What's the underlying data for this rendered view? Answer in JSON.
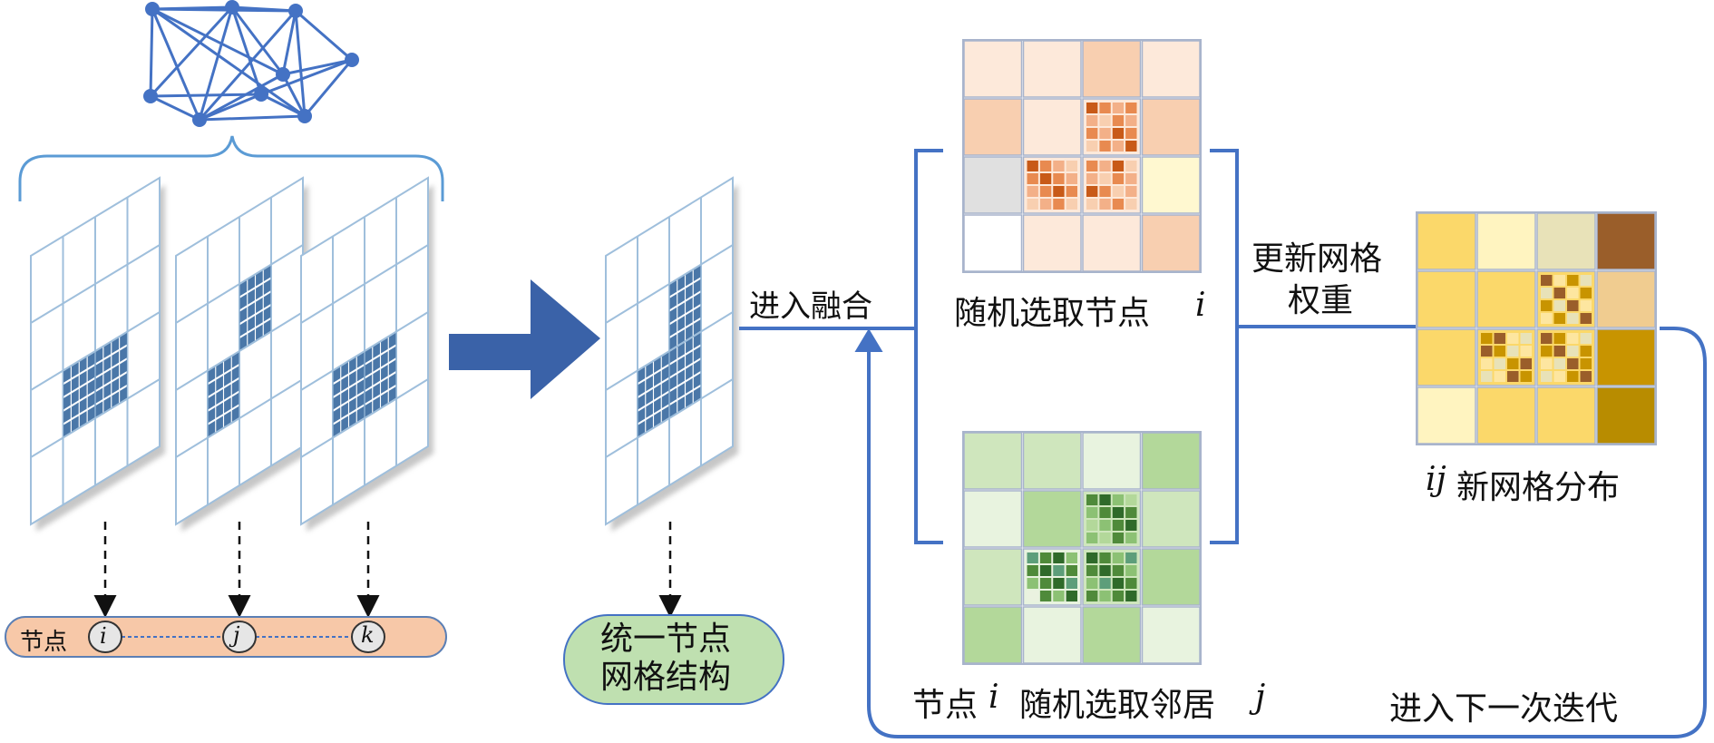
{
  "labels": {
    "node_prefix": "节点",
    "node_i": "i",
    "node_j": "j",
    "node_k": "k",
    "unified_line1": "统一节点",
    "unified_line2": "网格结构",
    "enter_fusion": "进入融合",
    "random_node": "随机选取节点",
    "random_node_var": "i",
    "neighbor_pre": "节点",
    "neighbor_i": "i",
    "neighbor_mid": "随机选取邻居",
    "neighbor_j": "j",
    "update_line1": "更新网格",
    "update_line2": "权重",
    "new_grid_var": "ij",
    "new_grid_text": "新网格分布",
    "next_iter": "进入下一次迭代"
  },
  "colors": {
    "accent": "#4472c4",
    "dark_blue": "#3a62a8",
    "grid_cell": "#4a77a8",
    "node_bar_fill": "#f7c8a8",
    "unified_fill": "#bfe0b0",
    "orange_palette": [
      "#fde9da",
      "#f8cfb0",
      "#f3b088",
      "#e88a50",
      "#c85a18",
      "#e0e0e0",
      "#fff8d0",
      "#ffffff"
    ],
    "green_palette": [
      "#e8f3df",
      "#cfe6bd",
      "#b3d89a",
      "#8cc174",
      "#4f8a3a",
      "#2f6a2a",
      "#5d9e7a",
      "#eaf2e0"
    ],
    "yellow_palette": [
      "#fbd86a",
      "#fff4c0",
      "#e8e2b8",
      "#9a5e2a",
      "#f0cc90",
      "#c89400",
      "#b88c00",
      "#fde6a0"
    ]
  }
}
